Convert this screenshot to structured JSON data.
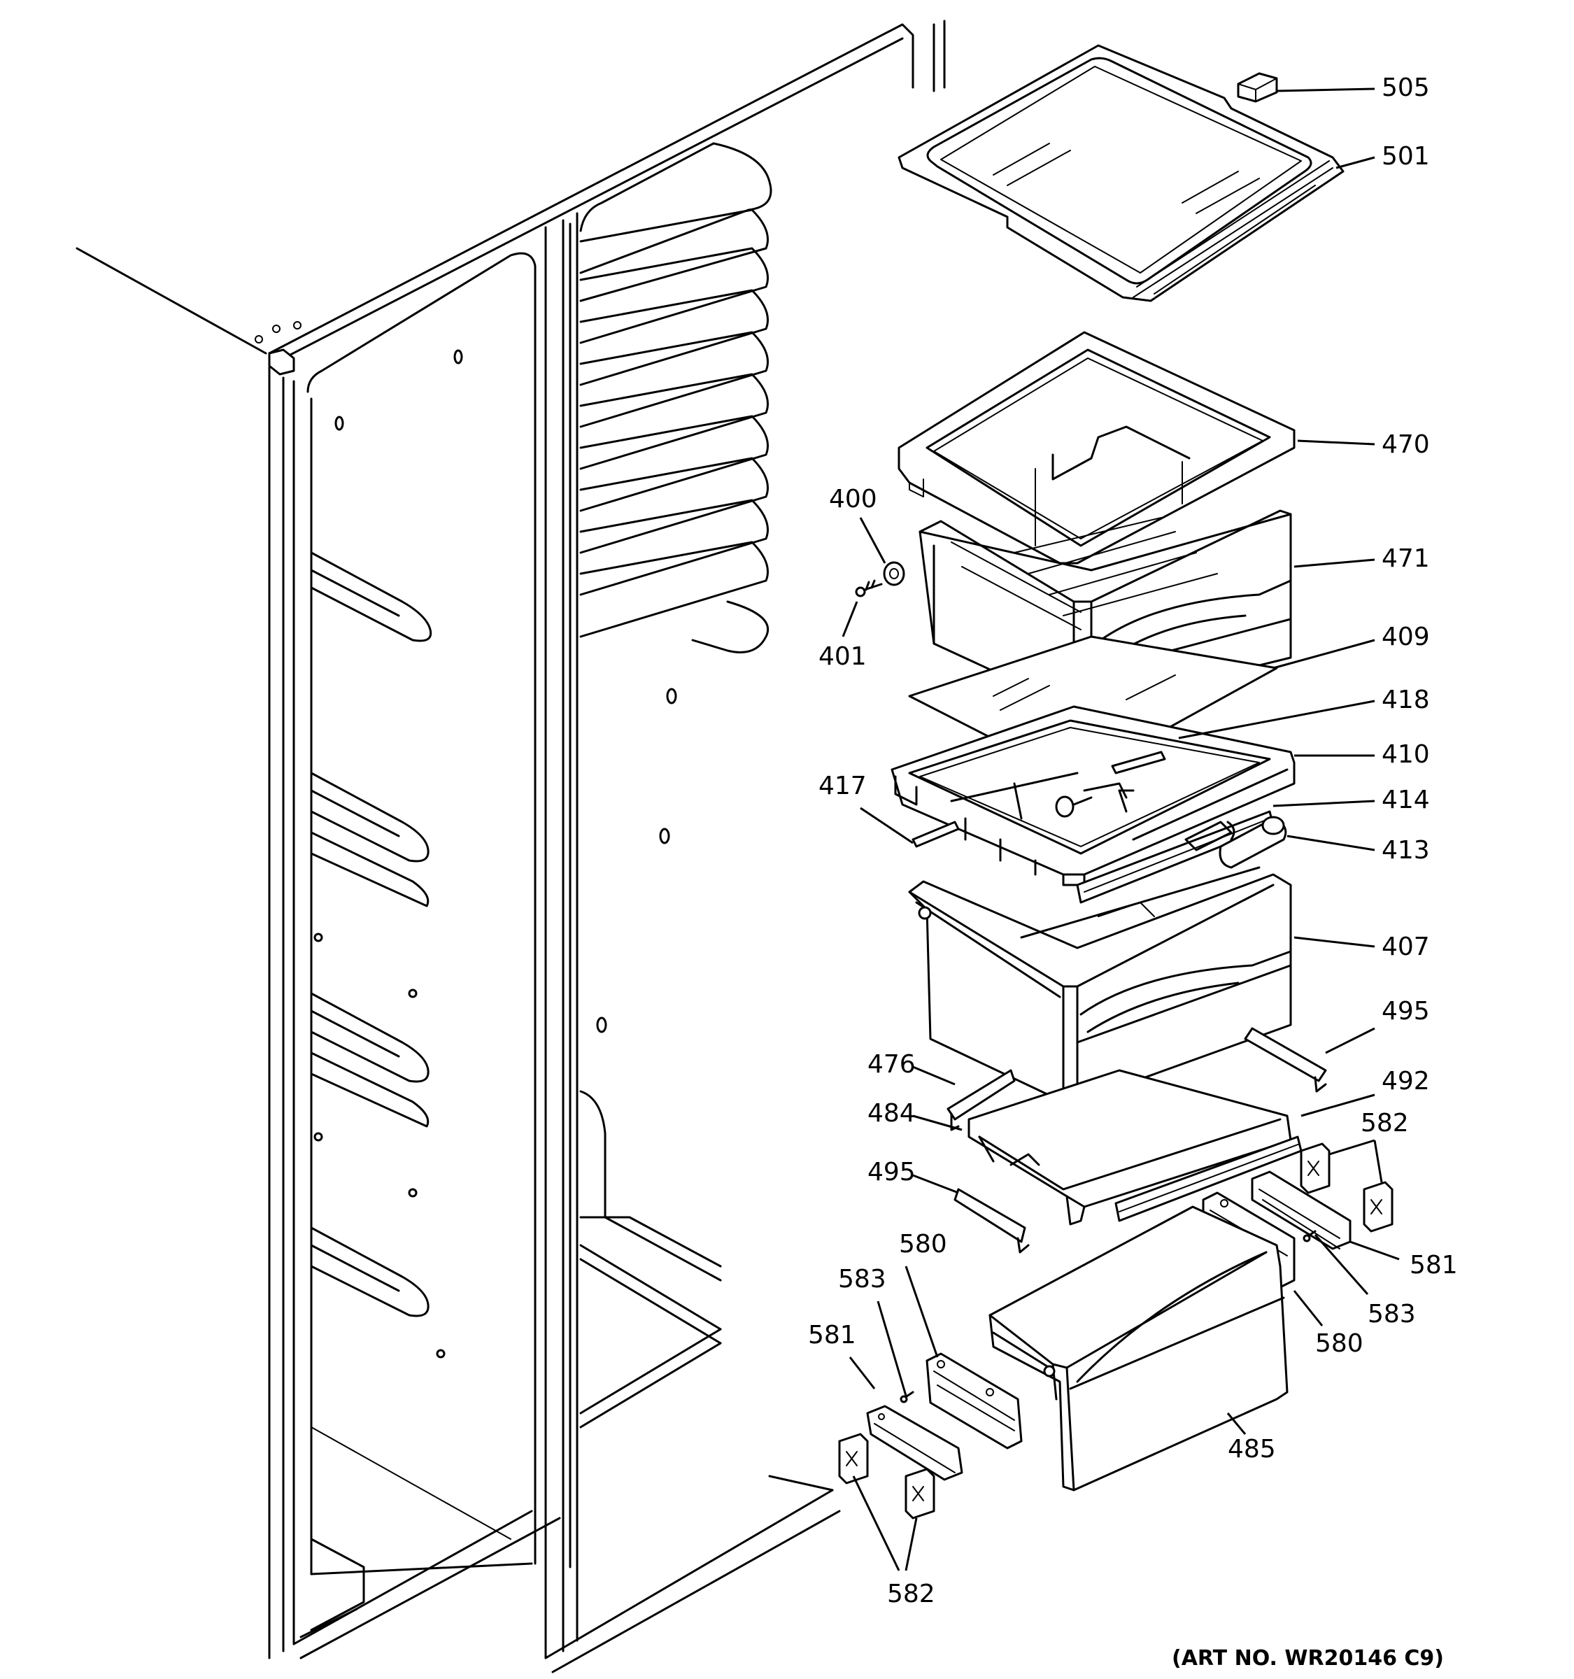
{
  "diagram": {
    "art_number": "(ART NO. WR20146 C9)",
    "callouts": [
      {
        "key": "c505",
        "label": "505"
      },
      {
        "key": "c501",
        "label": "501"
      },
      {
        "key": "c470",
        "label": "470"
      },
      {
        "key": "c400",
        "label": "400"
      },
      {
        "key": "c471",
        "label": "471"
      },
      {
        "key": "c401",
        "label": "401"
      },
      {
        "key": "c409",
        "label": "409"
      },
      {
        "key": "c418",
        "label": "418"
      },
      {
        "key": "c410",
        "label": "410"
      },
      {
        "key": "c417",
        "label": "417"
      },
      {
        "key": "c414",
        "label": "414"
      },
      {
        "key": "c413",
        "label": "413"
      },
      {
        "key": "c407",
        "label": "407"
      },
      {
        "key": "c495a",
        "label": "495"
      },
      {
        "key": "c476",
        "label": "476"
      },
      {
        "key": "c492",
        "label": "492"
      },
      {
        "key": "c484",
        "label": "484"
      },
      {
        "key": "c582a",
        "label": "582"
      },
      {
        "key": "c495b",
        "label": "495"
      },
      {
        "key": "c581a",
        "label": "581"
      },
      {
        "key": "c580a",
        "label": "580"
      },
      {
        "key": "c583a",
        "label": "583"
      },
      {
        "key": "c583b",
        "label": "583"
      },
      {
        "key": "c581b",
        "label": "581"
      },
      {
        "key": "c580b",
        "label": "580"
      },
      {
        "key": "c485",
        "label": "485"
      },
      {
        "key": "c582b",
        "label": "582"
      }
    ]
  }
}
